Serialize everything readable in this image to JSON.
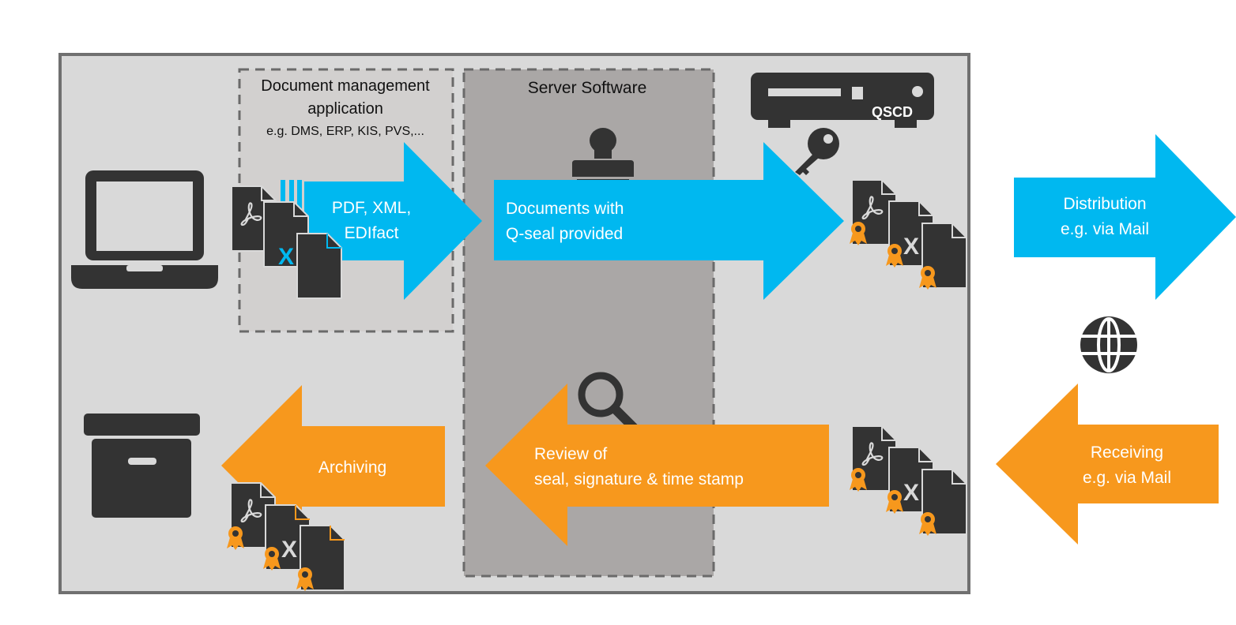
{
  "labels": {
    "doc_mgmt_line1": "Document management",
    "doc_mgmt_line2": "application",
    "doc_mgmt_examples": "e.g. DMS, ERP, KIS, PVS,...",
    "server_software": "Server Software",
    "qscd": "QSCD",
    "formats_line1": "PDF, XML,",
    "formats_line2": "EDIfact",
    "sealed_line1": "Documents with",
    "sealed_line2": "Q-seal provided",
    "distribution_line1": "Distribution",
    "distribution_line2": "e.g. via Mail",
    "receiving_line1": "Receiving",
    "receiving_line2": "e.g. via Mail",
    "review_line1": "Review of",
    "review_line2": "seal, signature & time stamp",
    "archiving": "Archiving",
    "xml_glyph": "X"
  },
  "colors": {
    "blue_flow": "#00b8f0",
    "orange_flow": "#f7981d",
    "dark_icon": "#333333",
    "panel_bg": "#d9d9d9",
    "server_bg": "#aaa7a6",
    "border": "#707070"
  },
  "icons": [
    "laptop-icon",
    "archive-box-icon",
    "stamp-icon",
    "magnifier-icon",
    "qscd-device-icon",
    "key-icon",
    "globe-icon",
    "document-stack-icon",
    "seal-badge-icon"
  ]
}
